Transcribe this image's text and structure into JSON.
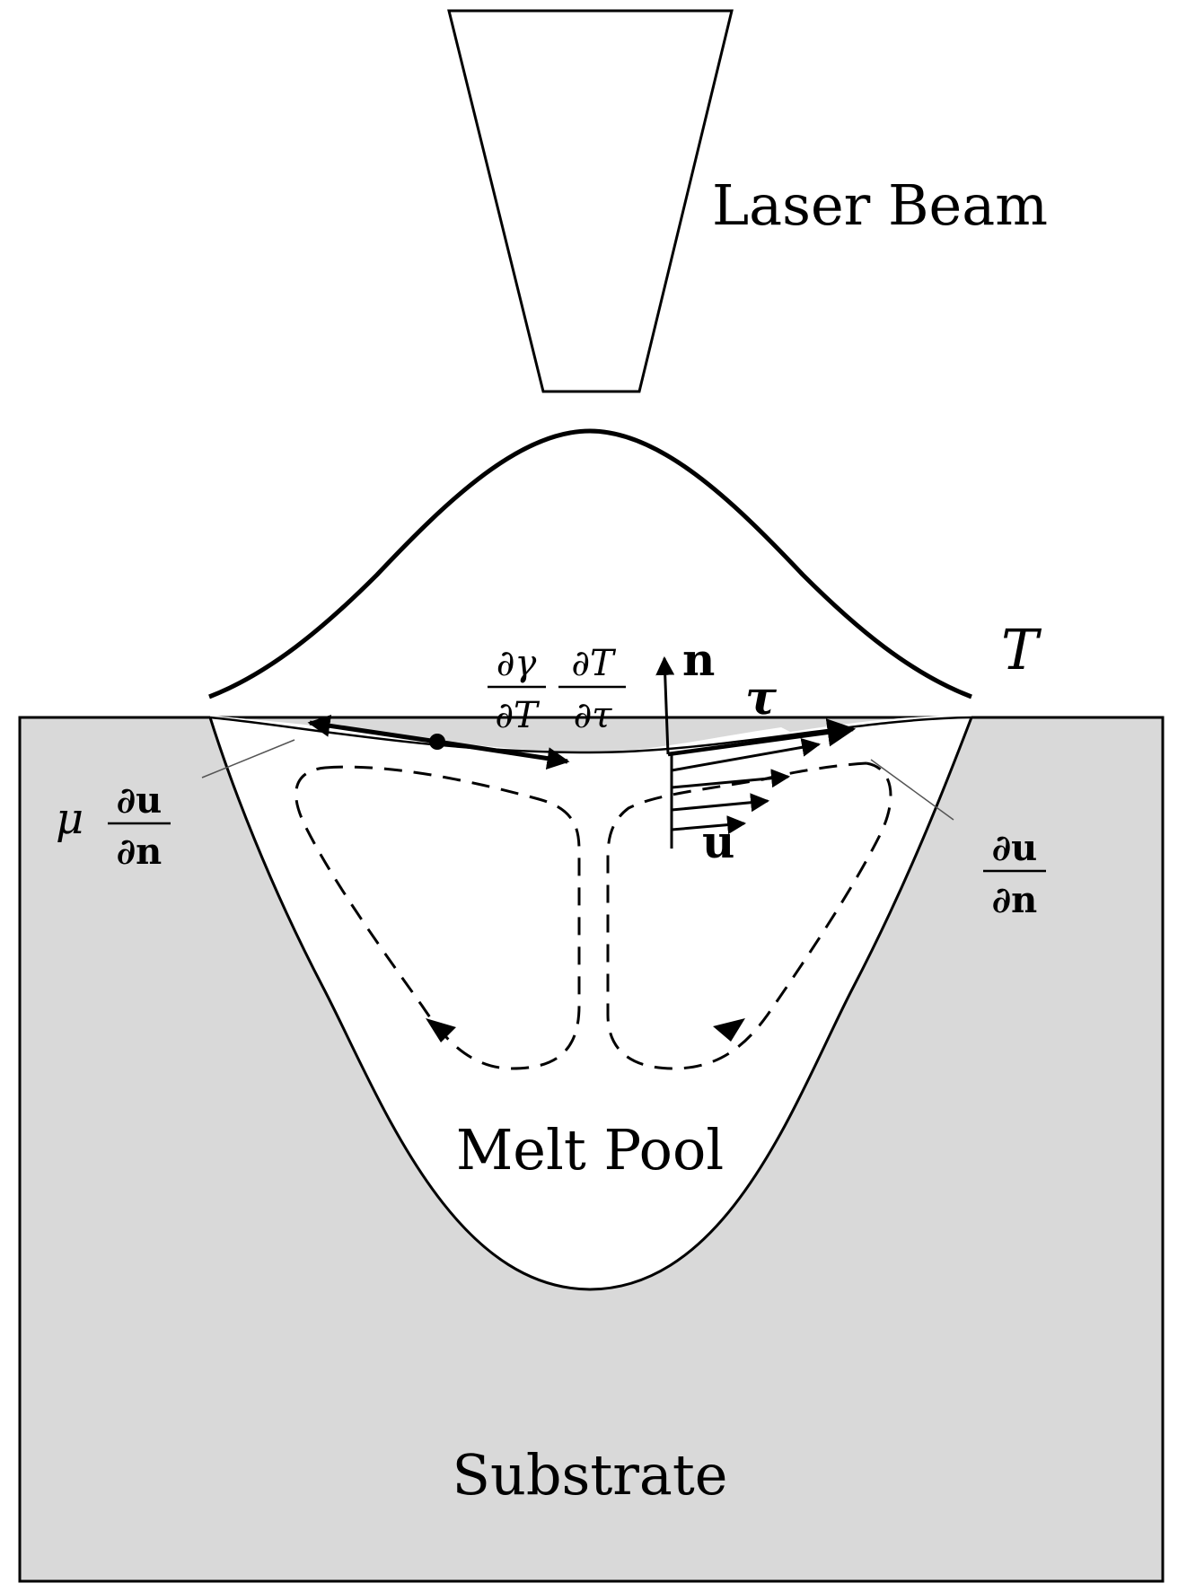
{
  "labels": {
    "laser_beam": "Laser Beam",
    "temperature": "T",
    "melt_pool": "Melt Pool",
    "substrate": "Substrate",
    "normal_vector": "n",
    "tangent_vector": "τ",
    "velocity_vector": "u"
  },
  "equations": {
    "marangoni": {
      "frac1_num": "∂γ",
      "frac1_den": "∂T",
      "frac2_num": "∂T",
      "frac2_den": "∂τ"
    },
    "viscous_stress": {
      "coef": "μ",
      "num": "∂u",
      "den": "∂n"
    },
    "velocity_gradient": {
      "num": "∂u",
      "den": "∂n"
    }
  },
  "colors": {
    "substrate_fill": "#d9d9d9",
    "melt_fill": "#ffffff",
    "stroke": "#000000"
  }
}
